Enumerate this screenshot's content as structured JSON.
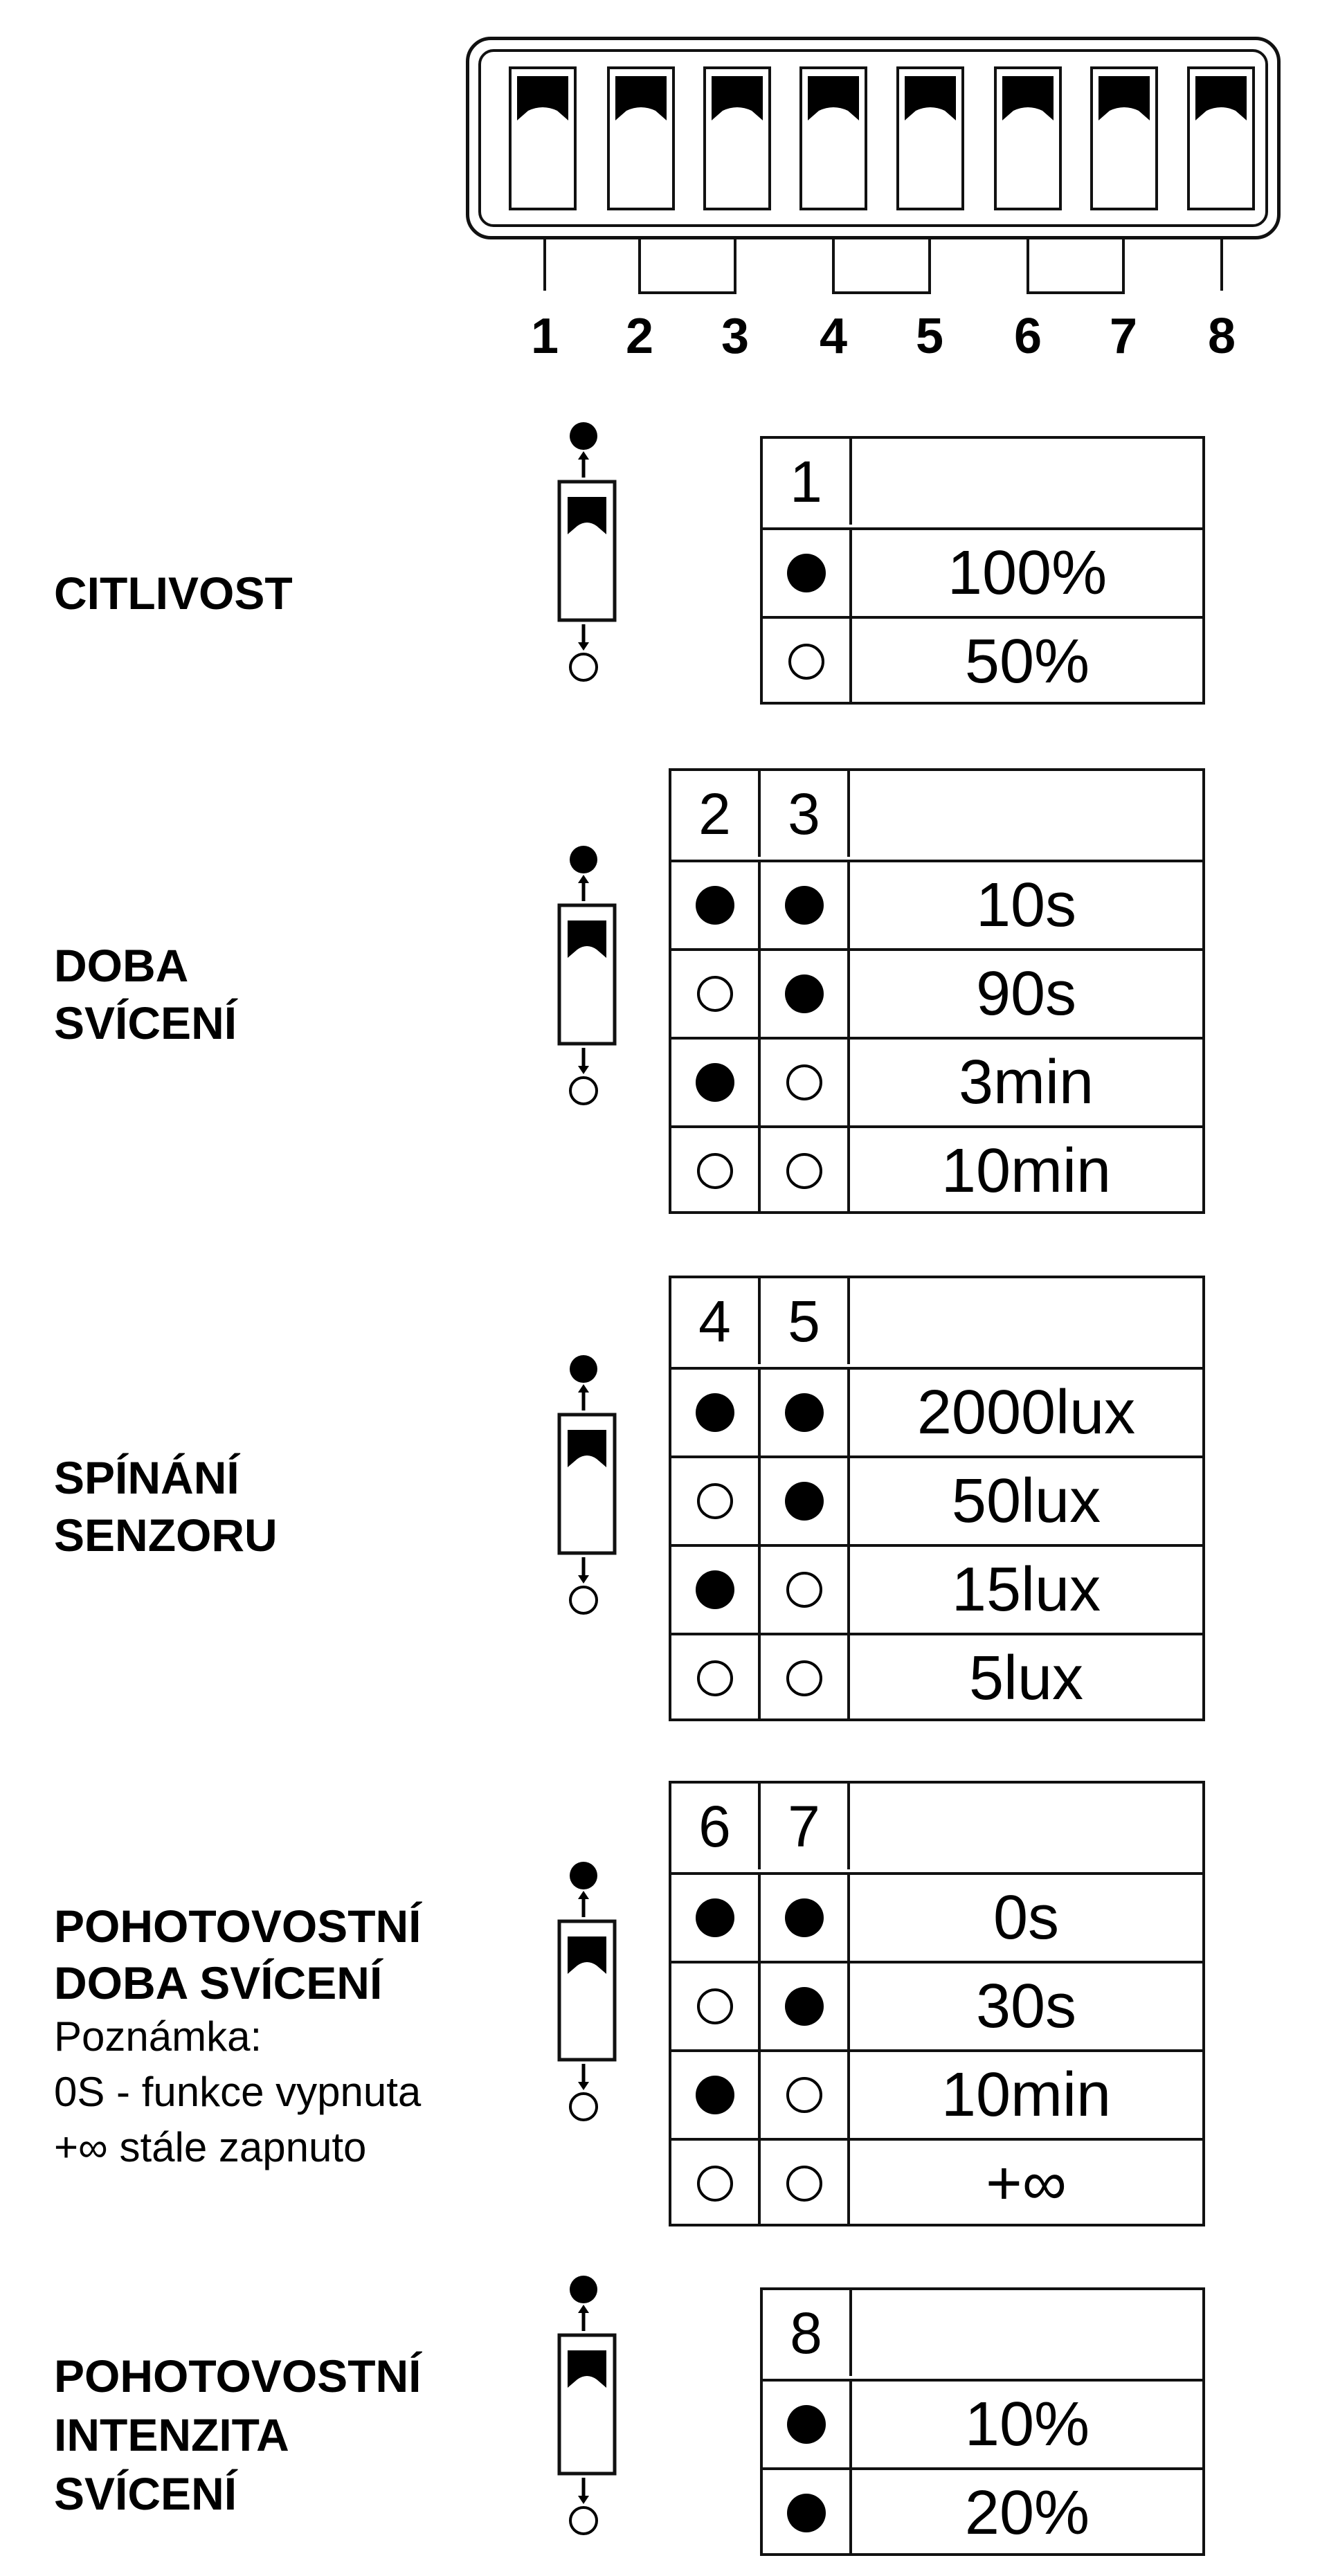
{
  "dip_block": {
    "switch_numbers": [
      "1",
      "2",
      "3",
      "4",
      "5",
      "6",
      "7",
      "8"
    ]
  },
  "sections": [
    {
      "label_lines": [
        "CITLIVOST"
      ],
      "switches": [
        "1"
      ],
      "rows": [
        {
          "states": [
            "on"
          ],
          "value": "100%"
        },
        {
          "states": [
            "off"
          ],
          "value": "50%"
        }
      ]
    },
    {
      "label_lines": [
        "DOBA",
        "SVÍCENÍ"
      ],
      "switches": [
        "2",
        "3"
      ],
      "rows": [
        {
          "states": [
            "on",
            "on"
          ],
          "value": "10s"
        },
        {
          "states": [
            "off",
            "on"
          ],
          "value": "90s"
        },
        {
          "states": [
            "on",
            "off"
          ],
          "value": "3min"
        },
        {
          "states": [
            "off",
            "off"
          ],
          "value": "10min"
        }
      ]
    },
    {
      "label_lines": [
        "SPÍNÁNÍ",
        "SENZORU"
      ],
      "switches": [
        "4",
        "5"
      ],
      "rows": [
        {
          "states": [
            "on",
            "on"
          ],
          "value": "2000lux"
        },
        {
          "states": [
            "off",
            "on"
          ],
          "value": "50lux"
        },
        {
          "states": [
            "on",
            "off"
          ],
          "value": "15lux"
        },
        {
          "states": [
            "off",
            "off"
          ],
          "value": "5lux"
        }
      ]
    },
    {
      "label_lines": [
        "POHOTOVOSTNÍ",
        "DOBA SVÍCENÍ"
      ],
      "note_lines": [
        "Poznámka:",
        "0S - funkce vypnuta",
        "+∞ stále zapnuto"
      ],
      "switches": [
        "6",
        "7"
      ],
      "rows": [
        {
          "states": [
            "on",
            "on"
          ],
          "value": "0s"
        },
        {
          "states": [
            "off",
            "on"
          ],
          "value": "30s"
        },
        {
          "states": [
            "on",
            "off"
          ],
          "value": "10min"
        },
        {
          "states": [
            "off",
            "off"
          ],
          "value": "+∞"
        }
      ]
    },
    {
      "label_lines": [
        "POHOTOVOSTNÍ",
        "INTENZITA",
        "SVÍCENÍ"
      ],
      "switches": [
        "8"
      ],
      "rows": [
        {
          "states": [
            "on"
          ],
          "value": "10%"
        },
        {
          "states": [
            "on"
          ],
          "value": "20%"
        }
      ]
    }
  ]
}
